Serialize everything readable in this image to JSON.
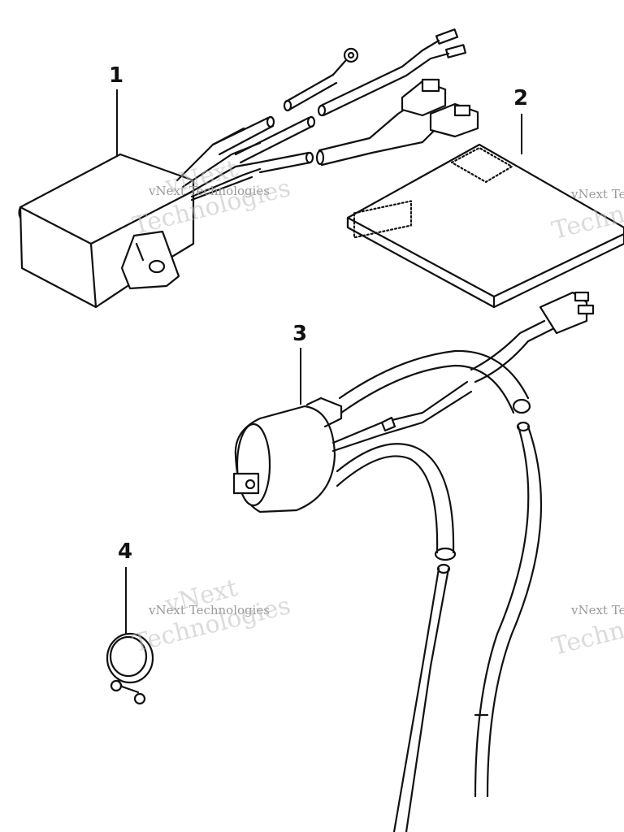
{
  "callouts": [
    {
      "id": "1",
      "label": "1"
    },
    {
      "id": "2",
      "label": "2"
    },
    {
      "id": "3",
      "label": "3"
    },
    {
      "id": "4",
      "label": "4"
    }
  ],
  "watermark": {
    "line1": "vNext Technologies",
    "big1": "vNext",
    "big2": "Technologies",
    "right_small": "vNext Te",
    "right_big": "Techn"
  },
  "colors": {
    "ink": "#111111",
    "paper": "#ffffff",
    "watermark": "#bdbdbd"
  }
}
